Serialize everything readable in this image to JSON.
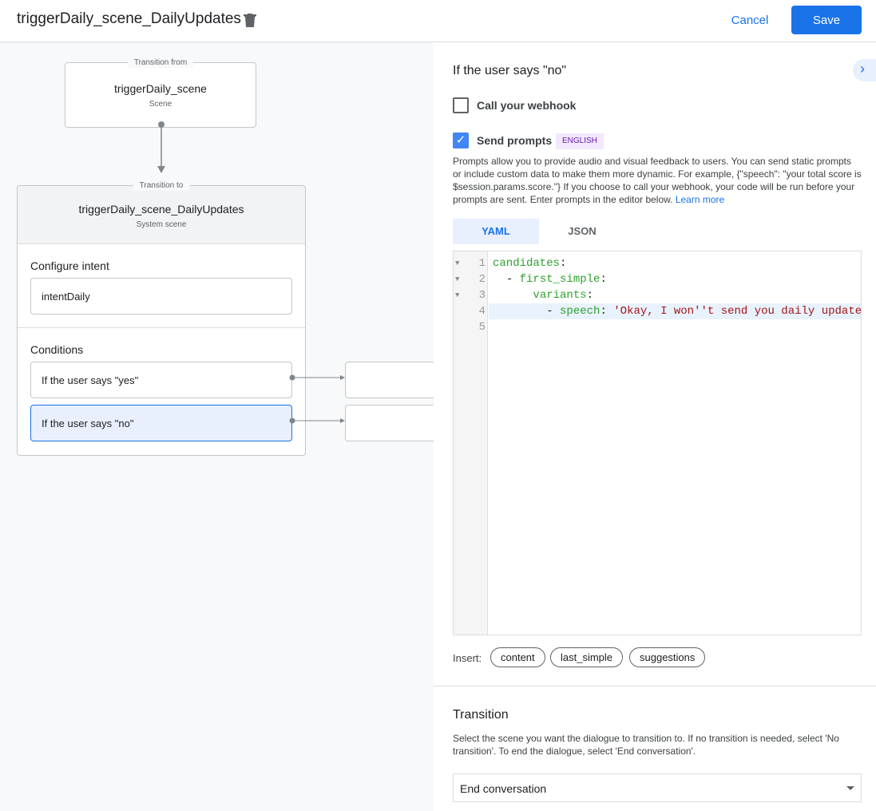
{
  "header": {
    "title": "triggerDaily_scene_DailyUpdates",
    "cancel": "Cancel",
    "save": "Save"
  },
  "canvas": {
    "from": {
      "legend": "Transition from",
      "name": "triggerDaily_scene",
      "type": "Scene"
    },
    "to": {
      "legend": "Transition to",
      "name": "triggerDaily_scene_DailyUpdates",
      "type": "System scene",
      "intent_heading": "Configure intent",
      "intent": "intentDaily",
      "conditions_heading": "Conditions",
      "conditions": [
        {
          "label": "If the user says \"yes\""
        },
        {
          "label": "If the user says \"no\""
        }
      ]
    }
  },
  "panel": {
    "heading": "If the user says \"no\"",
    "webhook_label": "Call your webhook",
    "webhook_checked": false,
    "prompts_label": "Send prompts",
    "prompts_checked": true,
    "language_badge": "ENGLISH",
    "description": "Prompts allow you to provide audio and visual feedback to users. You can send static prompts or include custom data to make them more dynamic. For example, {\"speech\": \"your total score is $session.params.score.\"} If you choose to call your webhook, your code will be run before your prompts are sent. Enter prompts in the editor below.",
    "learn_more": "Learn more",
    "tabs": [
      "YAML",
      "JSON"
    ],
    "active_tab": "YAML",
    "code": [
      {
        "n": "1",
        "indent": "",
        "dash": "",
        "key": "candidates",
        "sep": ":",
        "val": ""
      },
      {
        "n": "2",
        "indent": "  ",
        "dash": "- ",
        "key": "first_simple",
        "sep": ":",
        "val": ""
      },
      {
        "n": "3",
        "indent": "      ",
        "dash": "",
        "key": "variants",
        "sep": ":",
        "val": ""
      },
      {
        "n": "4",
        "indent": "        ",
        "dash": "- ",
        "key": "speech",
        "sep": ": ",
        "val": "'Okay, I won''t send you daily update"
      },
      {
        "n": "5",
        "indent": "",
        "dash": "",
        "key": "",
        "sep": "",
        "val": ""
      }
    ],
    "insert_label": "Insert:",
    "insert_chips": [
      "content",
      "last_simple",
      "suggestions"
    ],
    "transition_heading": "Transition",
    "transition_desc": "Select the scene you want the dialogue to transition to. If no transition is needed, select 'No transition'. To end the dialogue, select 'End conversation'.",
    "transition_value": "End conversation"
  },
  "colors": {
    "accent": "#1a73e8",
    "code_key": "#2ca02c",
    "code_string": "#a31515",
    "selected_bg": "#e8f0fe",
    "badge_bg": "#f3e8fd",
    "badge_fg": "#681da8"
  }
}
